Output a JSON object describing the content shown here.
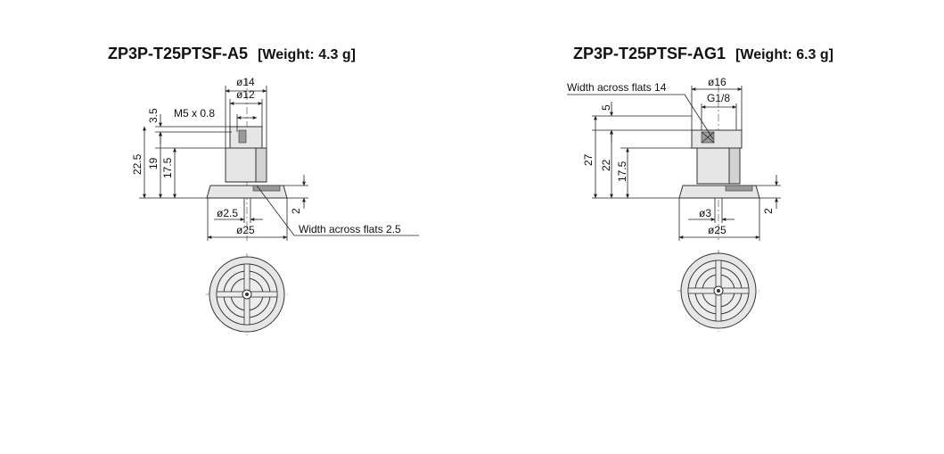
{
  "left": {
    "model": "ZP3P-T25PTSF-A5",
    "weight": "[Weight: 4.3 g]",
    "dims": {
      "d14": "ø14",
      "d12": "ø12",
      "thread": "M5 x 0.8",
      "h35": "3.5",
      "h225": "22.5",
      "h19": "19",
      "h175": "17.5",
      "h2": "2",
      "d25small": "ø2.5",
      "d25": "ø25",
      "flats": "Width across flats 2.5"
    }
  },
  "right": {
    "model": "ZP3P-T25PTSF-AG1",
    "weight": "[Weight: 6.3 g]",
    "dims": {
      "flats14": "Width across flats 14",
      "d16": "ø16",
      "g18": "G1/8",
      "h5": "5",
      "h27": "27",
      "h22": "22",
      "h175": "17.5",
      "h2": "2",
      "d3": "ø3",
      "d25": "ø25"
    }
  },
  "colors": {
    "line": "#222222",
    "fill": "#e6e6e6",
    "hatch": "#9a9a9a"
  }
}
